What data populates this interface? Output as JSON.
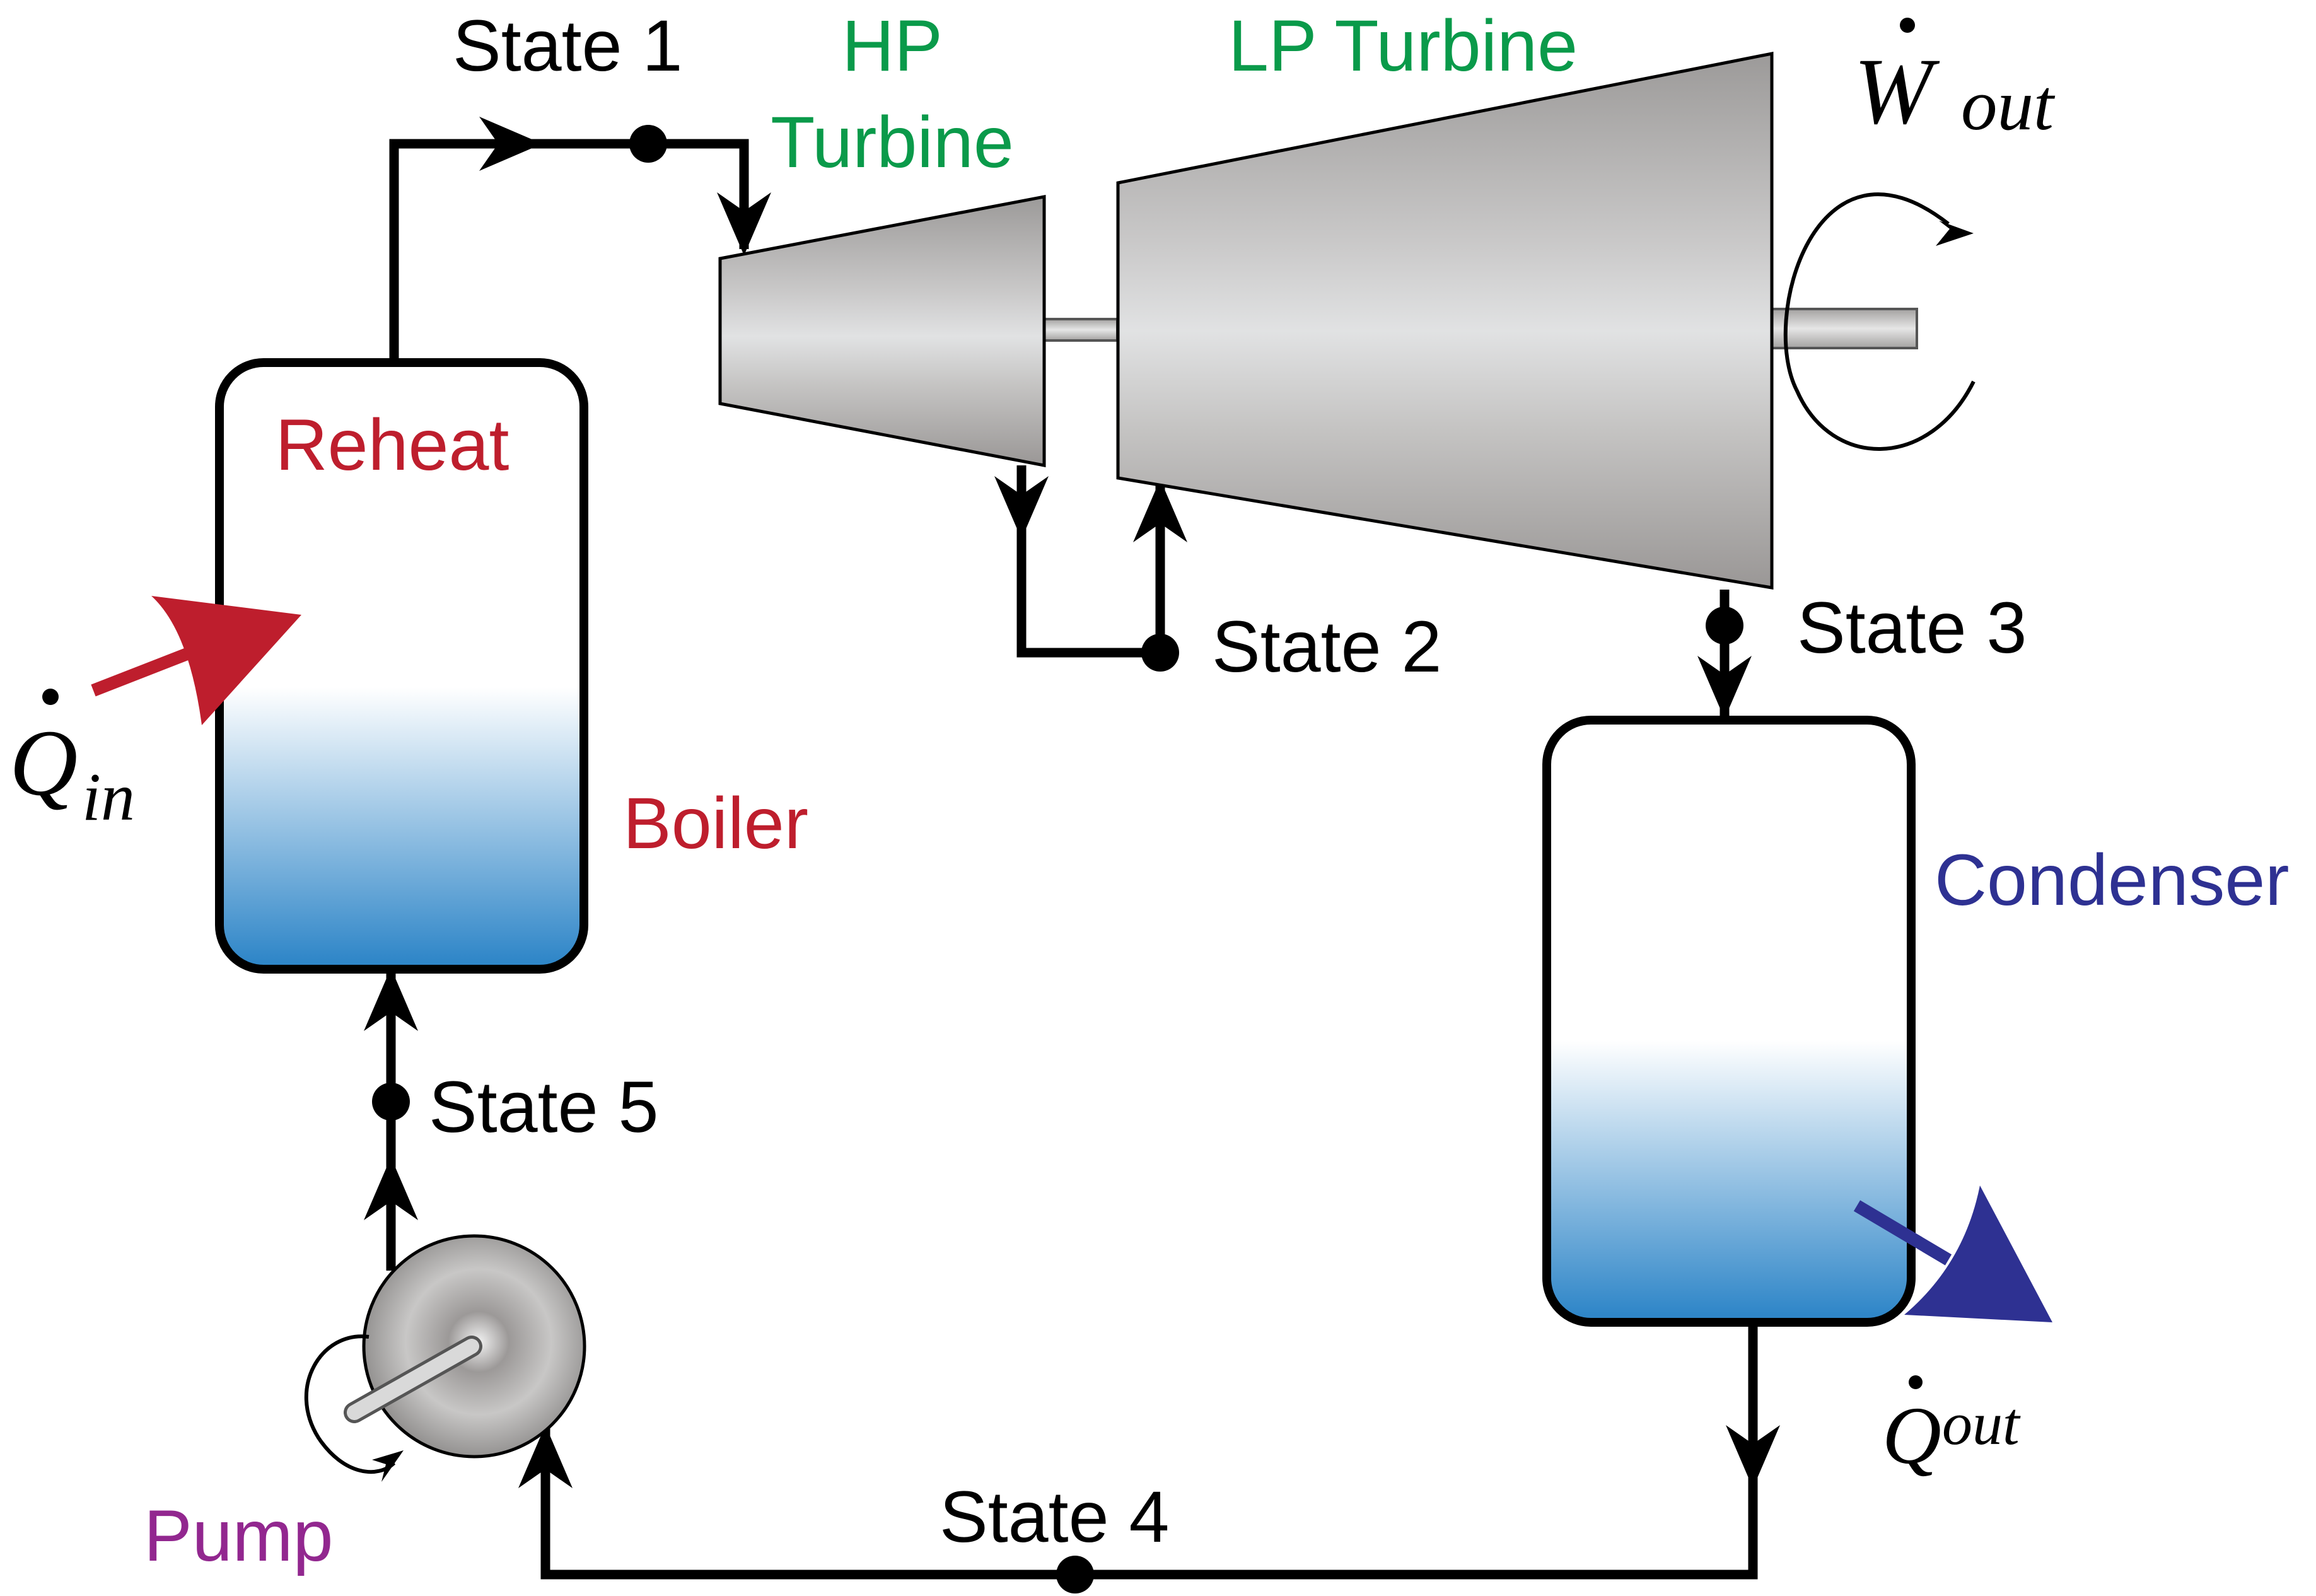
{
  "labels": {
    "state1": "State 1",
    "state2": "State 2",
    "state3": "State 3",
    "state4": "State 4",
    "state5": "State 5",
    "hp_line1": "HP",
    "hp_line2": "Turbine",
    "lp_turbine": "LP Turbine",
    "reheat": "Reheat",
    "boiler": "Boiler",
    "condenser": "Condenser",
    "pump": "Pump"
  },
  "math": {
    "q_in": {
      "symbol": "Q",
      "subscript": "in"
    },
    "q_out": {
      "symbol": "Q",
      "subscript": "out"
    },
    "w_out": {
      "symbol": "W",
      "subscript": "out"
    }
  },
  "colors": {
    "turbine_label": "#0a9a4a",
    "boiler_label": "#be1e2d",
    "condenser_label": "#2e3192",
    "pump_label": "#92278f",
    "heat_in_arrow": "#be1e2d",
    "heat_out_arrow": "#2e3192",
    "water_fill": "#2f86c8",
    "line": "#000000"
  }
}
